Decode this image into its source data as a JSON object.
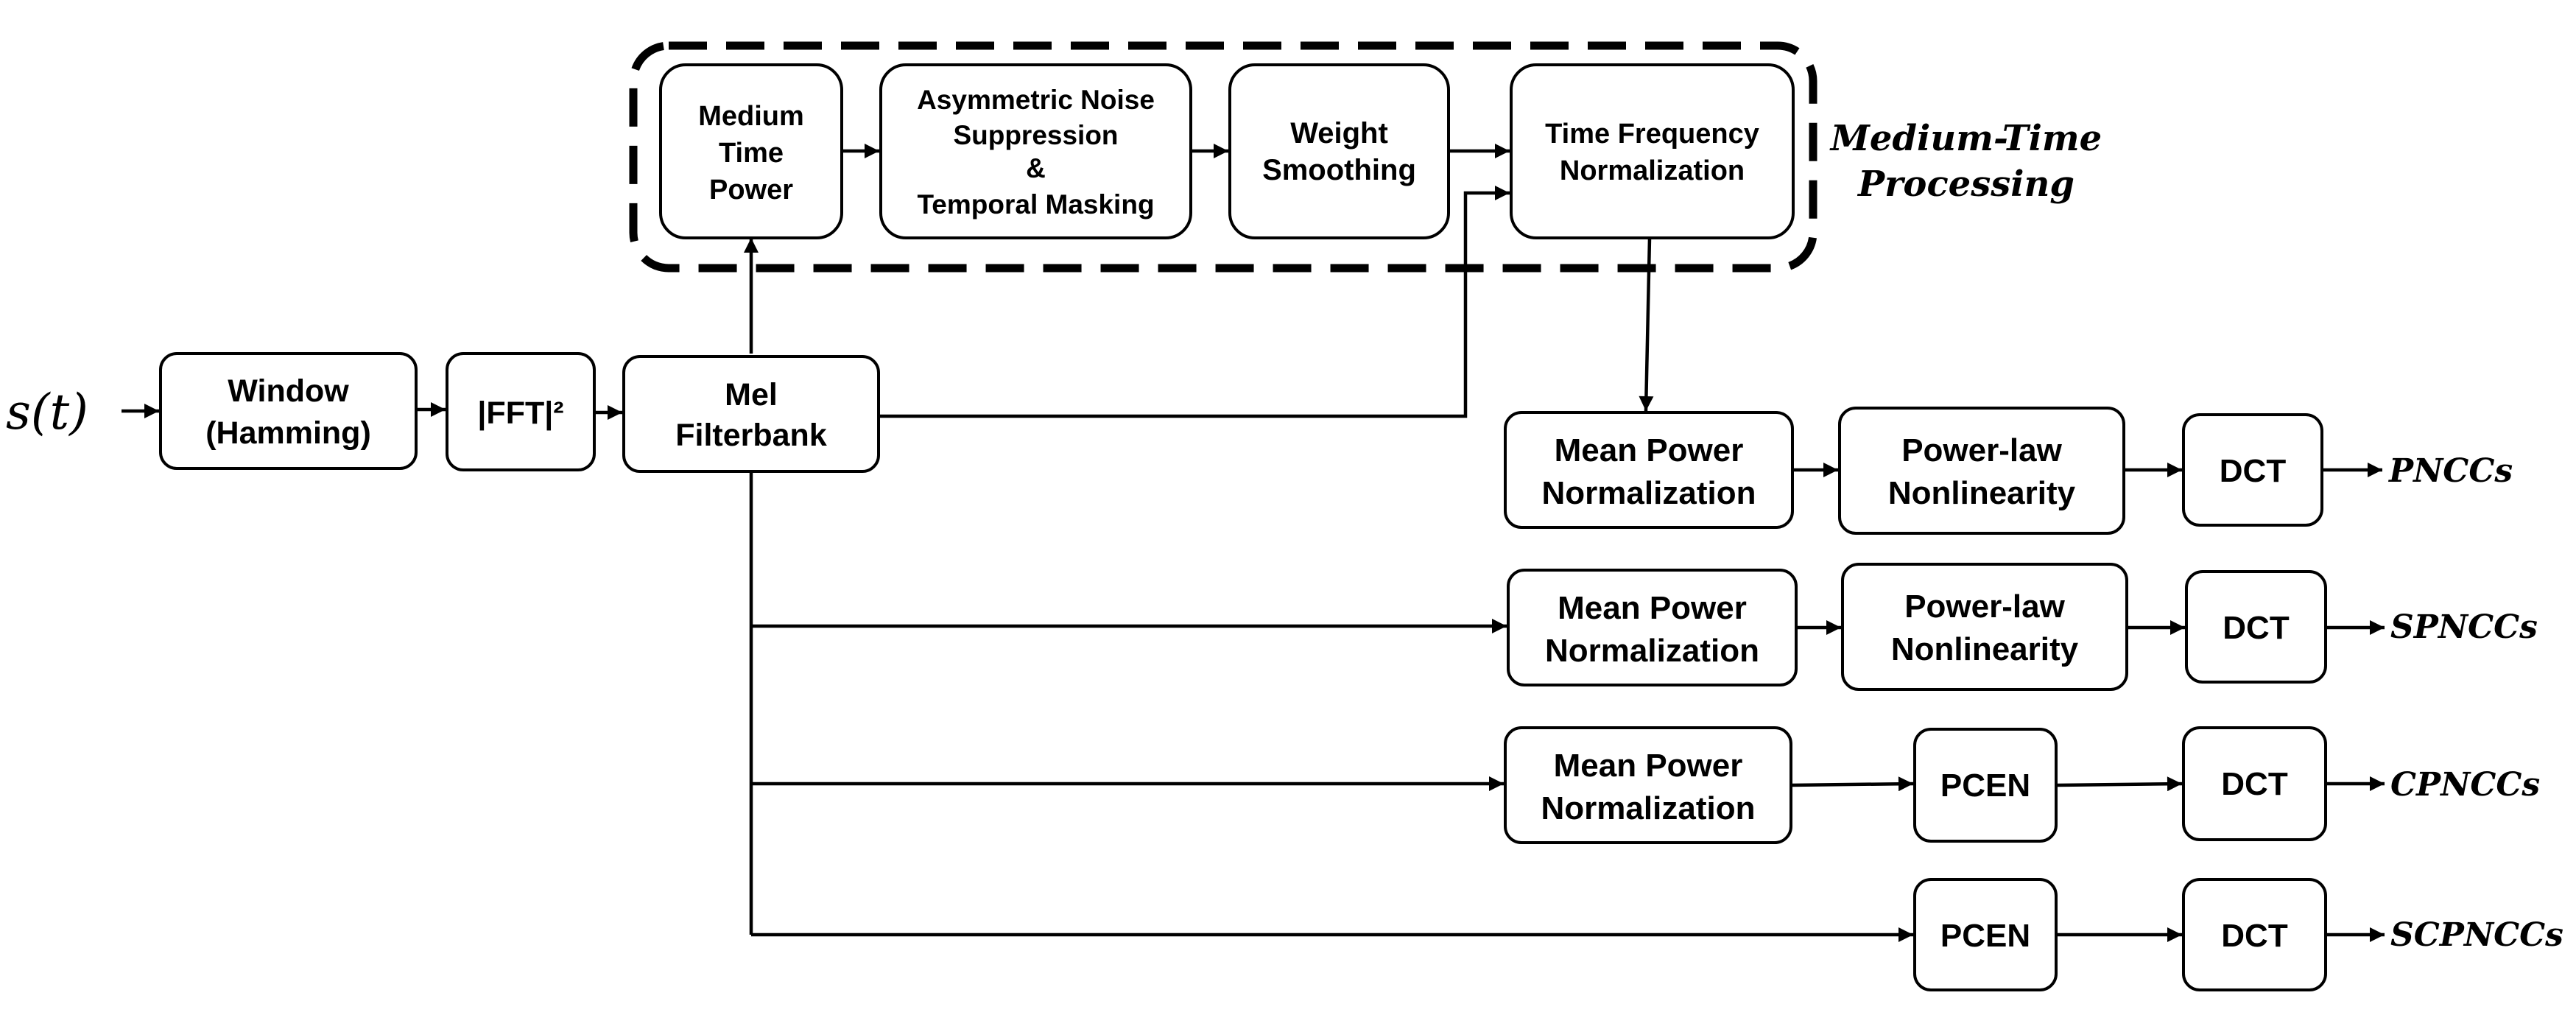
{
  "input": {
    "label": "s(t)"
  },
  "group": {
    "line1": "Medium-Time",
    "line2": "Processing"
  },
  "boxes": {
    "window": [
      "Window",
      "(Hamming)"
    ],
    "fft": [
      "|FFT|²"
    ],
    "mel": [
      "Mel",
      "Filterbank"
    ],
    "medium_time_power": [
      "Medium",
      "Time",
      "Power"
    ],
    "asym": [
      "Asymmetric Noise",
      "Suppression",
      "&",
      "Temporal Masking"
    ],
    "weight_smoothing": [
      "Weight",
      "Smoothing"
    ],
    "tfn": [
      "Time Frequency",
      "Normalization"
    ],
    "mpn1": [
      "Mean Power",
      "Normalization"
    ],
    "pl1": [
      "Power-law",
      "Nonlinearity"
    ],
    "dct1": [
      "DCT"
    ],
    "mpn2": [
      "Mean Power",
      "Normalization"
    ],
    "pl2": [
      "Power-law",
      "Nonlinearity"
    ],
    "dct2": [
      "DCT"
    ],
    "mpn3": [
      "Mean Power",
      "Normalization"
    ],
    "pcen3": [
      "PCEN"
    ],
    "dct3": [
      "DCT"
    ],
    "pcen4": [
      "PCEN"
    ],
    "dct4": [
      "DCT"
    ]
  },
  "outputs": {
    "out1": "PNCCs",
    "out2": "SPNCCs",
    "out3": "CPNCCs",
    "out4": "SCPNCCs"
  }
}
